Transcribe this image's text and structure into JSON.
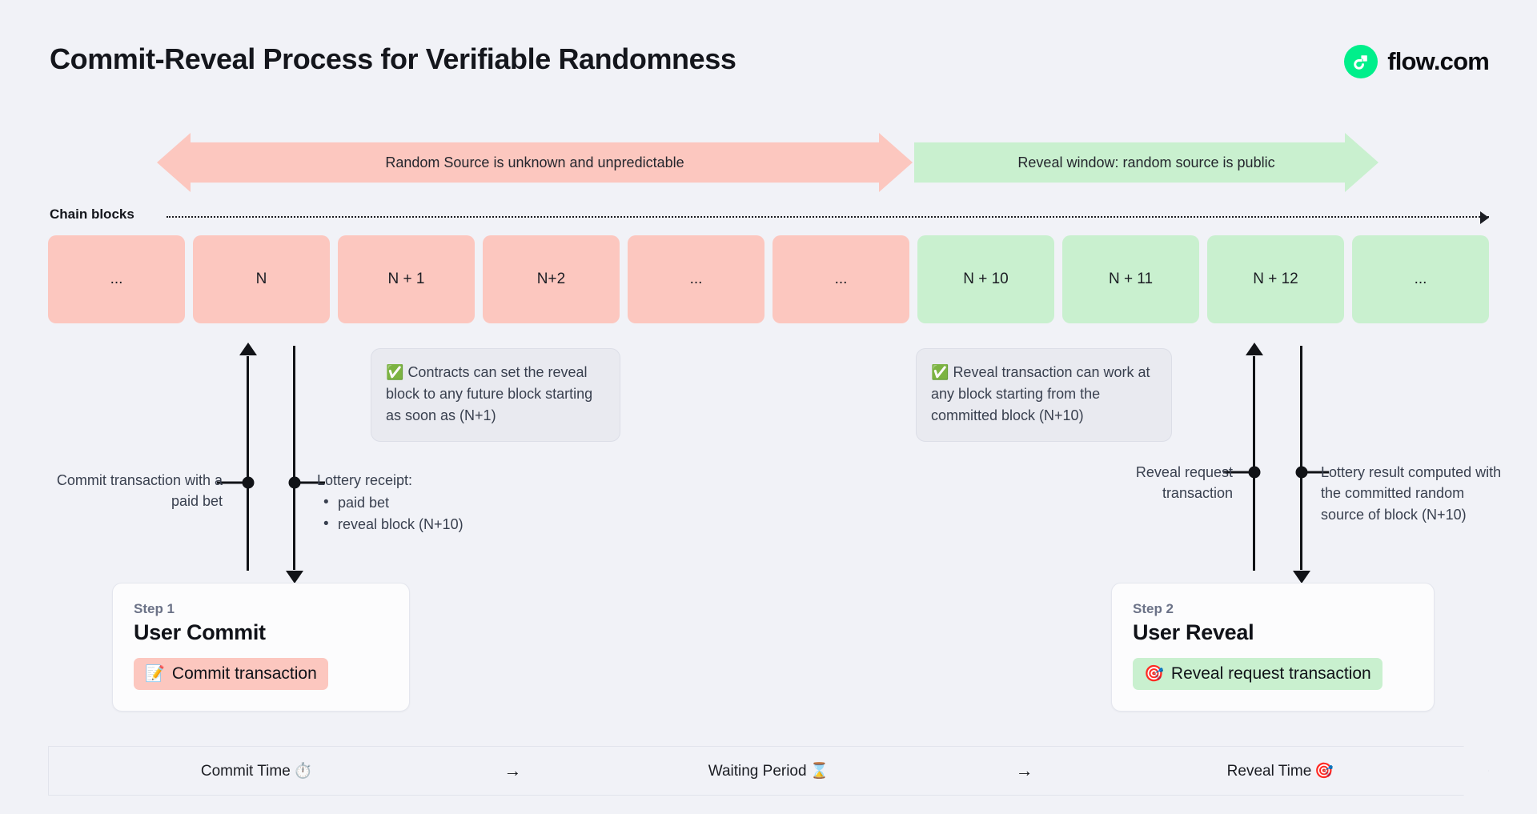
{
  "header": {
    "title": "Commit-Reveal Process for Verifiable Randomness",
    "brand": "flow.com",
    "brand_icon": "flow-logo-icon",
    "brand_color": "#00EF8B"
  },
  "phases": {
    "unknown": {
      "label": "Random Source is unknown and unpredictable",
      "color": "#FCC7BF"
    },
    "reveal": {
      "label": "Reveal window: random source is public",
      "color": "#C9F0CF"
    }
  },
  "chain": {
    "label": "Chain blocks",
    "axis_icon": "chevron-right-icon",
    "blocks": [
      {
        "label": "...",
        "state": "pink"
      },
      {
        "label": "N",
        "state": "pink"
      },
      {
        "label": "N + 1",
        "state": "pink"
      },
      {
        "label": "N+2",
        "state": "pink"
      },
      {
        "label": "...",
        "state": "pink"
      },
      {
        "label": "...",
        "state": "pink"
      },
      {
        "label": "N + 10",
        "state": "green"
      },
      {
        "label": "N + 11",
        "state": "green"
      },
      {
        "label": "N + 12",
        "state": "green"
      },
      {
        "label": "...",
        "state": "green"
      }
    ]
  },
  "callouts": {
    "commit": {
      "icon": "check-mark-button-emoji",
      "emoji": "✅",
      "text": "Contracts can set the reveal block to any future block starting as soon as (N+1)"
    },
    "reveal": {
      "icon": "check-mark-button-emoji",
      "emoji": "✅",
      "text": "Reveal transaction can work at any block starting from the committed block (N+10)"
    }
  },
  "annotations": {
    "commit_tx": "Commit transaction with a paid bet",
    "receipt_title": "Lottery receipt:",
    "receipt_items": [
      "paid bet",
      "reveal block (N+10)"
    ],
    "reveal_request": "Reveal request transaction",
    "lottery_result": "Lottery result computed with the committed random source of block (N+10)"
  },
  "steps": [
    {
      "kicker": "Step 1",
      "title": "User Commit",
      "badge_emoji": "📝",
      "badge_icon": "memo-emoji",
      "badge_label": "Commit transaction",
      "badge_color": "#FCC7BF"
    },
    {
      "kicker": "Step 2",
      "title": "User Reveal",
      "badge_emoji": "🎯",
      "badge_icon": "direct-hit-emoji",
      "badge_label": "Reveal request transaction",
      "badge_color": "#C9F0CF"
    }
  ],
  "phase_bar": {
    "segments": [
      {
        "label": "Commit Time",
        "emoji": "⏱️",
        "icon": "stopwatch-emoji"
      },
      {
        "label": "Waiting Period",
        "emoji": "⌛",
        "icon": "hourglass-done-emoji"
      },
      {
        "label": "Reveal Time",
        "emoji": "🎯",
        "icon": "direct-hit-emoji"
      }
    ],
    "separator": "→"
  }
}
